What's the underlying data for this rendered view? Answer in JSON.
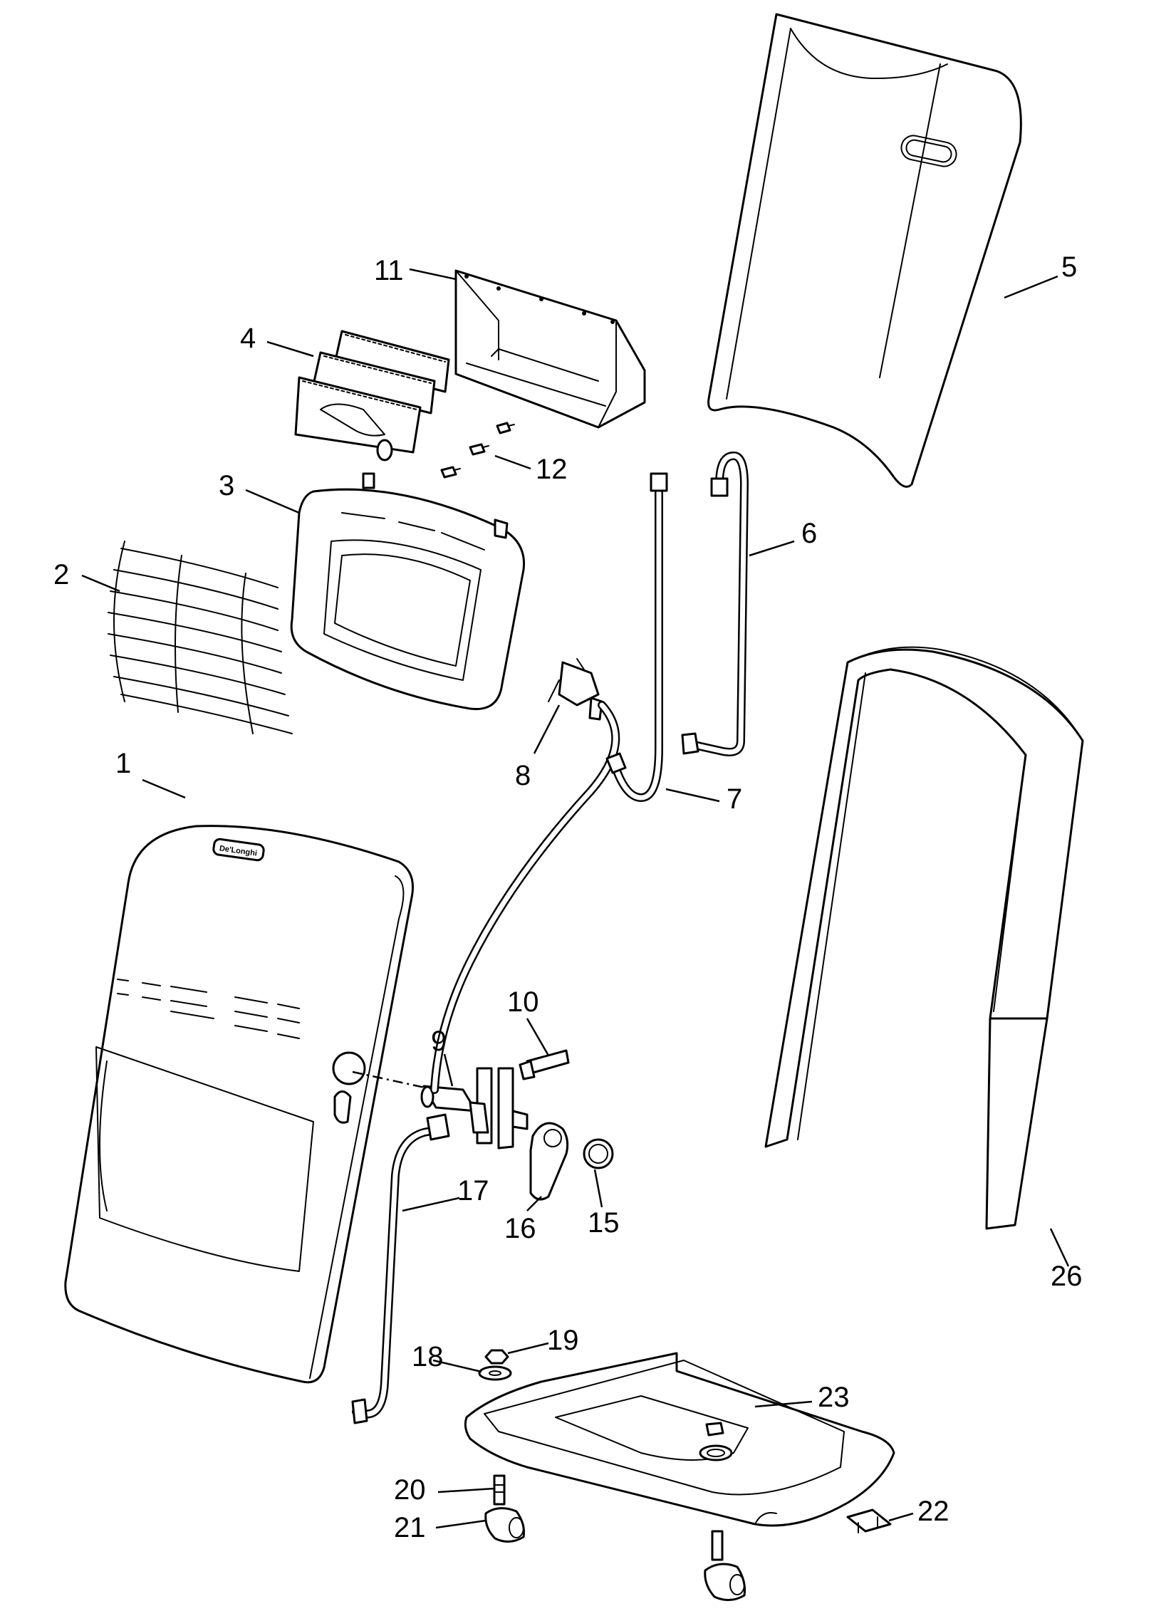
{
  "callouts": [
    {
      "number": "1"
    },
    {
      "number": "2"
    },
    {
      "number": "3"
    },
    {
      "number": "4"
    },
    {
      "number": "5"
    },
    {
      "number": "6"
    },
    {
      "number": "7"
    },
    {
      "number": "8"
    },
    {
      "number": "9"
    },
    {
      "number": "10"
    },
    {
      "number": "11"
    },
    {
      "number": "12"
    },
    {
      "number": "15"
    },
    {
      "number": "16"
    },
    {
      "number": "17"
    },
    {
      "number": "18"
    },
    {
      "number": "19"
    },
    {
      "number": "20"
    },
    {
      "number": "21"
    },
    {
      "number": "22"
    },
    {
      "number": "23"
    },
    {
      "number": "26"
    }
  ],
  "brand_logo": "De'Longhi",
  "colors": {
    "line": "#000000",
    "background": "#ffffff"
  }
}
